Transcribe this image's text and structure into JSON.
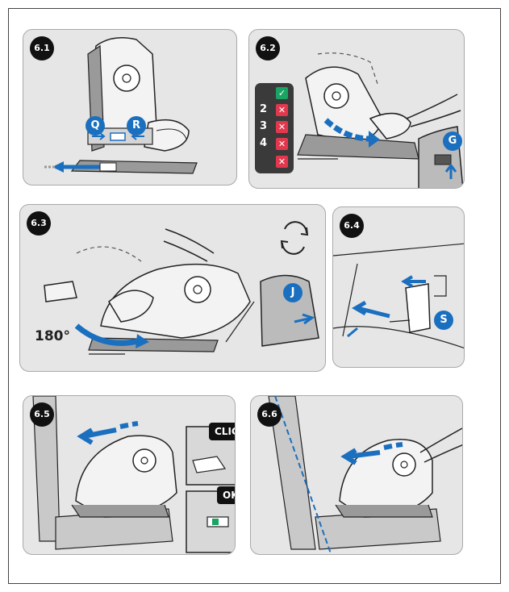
{
  "steps": [
    {
      "id": "6.1",
      "badges": [
        "Q",
        "R"
      ]
    },
    {
      "id": "6.2",
      "badges": [
        "G"
      ]
    },
    {
      "id": "6.3",
      "badges": [
        "J"
      ],
      "angle": "180°"
    },
    {
      "id": "6.4",
      "badges": [
        "S"
      ]
    },
    {
      "id": "6.5",
      "callouts": [
        "CLICK",
        "OK"
      ]
    },
    {
      "id": "6.6"
    }
  ],
  "position_list": [
    {
      "label": "",
      "status": "ok"
    },
    {
      "label": "2",
      "status": "no"
    },
    {
      "label": "3",
      "status": "no"
    },
    {
      "label": "4",
      "status": "no"
    },
    {
      "label": "",
      "status": "no"
    }
  ],
  "colors": {
    "accent_blue": "#1b6fbf",
    "ok_green": "#19a463",
    "no_red": "#e2384d",
    "panel_bg": "#e6e6e6"
  },
  "icons": [
    "check-icon",
    "cross-icon",
    "rotate-arrows-icon",
    "arrow-icon"
  ]
}
